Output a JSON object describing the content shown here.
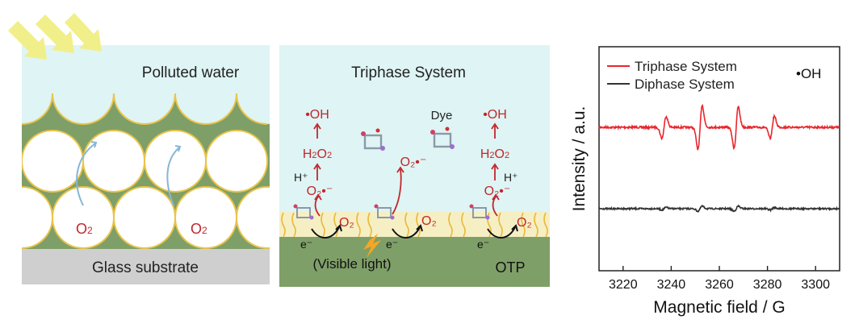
{
  "panel1": {
    "water_label": "Polluted water",
    "o2_left": "O",
    "o2_left_sub": "2",
    "o2_right": "O",
    "o2_right_sub": "2",
    "substrate_label": "Glass substrate"
  },
  "panel2": {
    "title": "Triphase System",
    "dye_label": "Dye",
    "oh_left": "•OH",
    "oh_right": "•OH",
    "h2o2_left": "H",
    "h2o2_left_sub1": "2",
    "h2o2_left_mid": "O",
    "h2o2_left_sub2": "2",
    "h2o2_right": "H",
    "h2o2_right_sub1": "2",
    "h2o2_right_mid": "O",
    "h2o2_right_sub2": "2",
    "hplus_left": "H⁺",
    "hplus_right": "H⁺",
    "superoxide_left": "O₂•⁻",
    "superoxide_mid": "O₂•⁻",
    "superoxide_right": "O₂•⁻",
    "o2_label": "O₂",
    "electron_label": "e⁻",
    "visible_light_label": "(Visible light)",
    "otp_label": "OTP"
  },
  "colors": {
    "water": "#dff4f4",
    "film": "#7f9f68",
    "bubble_outline": "#e9c44a",
    "substrate": "#cfcfcf",
    "red_text": "#c0282d",
    "sun": "#f0ef8a",
    "triphase_line": "#e8262c",
    "diphase_line": "#333333"
  },
  "chart_data": {
    "type": "line",
    "title": "",
    "xlabel": "Magnetic field / G",
    "ylabel": "Intensity / a.u.",
    "xlim": [
      3210,
      3310
    ],
    "x_ticks": [
      3220,
      3240,
      3260,
      3280,
      3300
    ],
    "grid": false,
    "legend_position": "top-left",
    "annotation": "•OH",
    "series": [
      {
        "name": "Triphase System",
        "color": "#e8262c",
        "baseline": 1.0,
        "peaks": [
          {
            "x": 3237,
            "amp": 0.35
          },
          {
            "x": 3252,
            "amp": 0.7
          },
          {
            "x": 3267,
            "amp": 0.65
          },
          {
            "x": 3282,
            "amp": 0.35
          }
        ]
      },
      {
        "name": "Diphase System",
        "color": "#333333",
        "baseline": 0.0,
        "peaks": [
          {
            "x": 3237,
            "amp": 0.04
          },
          {
            "x": 3252,
            "amp": 0.08
          },
          {
            "x": 3267,
            "amp": 0.08
          },
          {
            "x": 3282,
            "amp": 0.04
          }
        ]
      }
    ]
  }
}
